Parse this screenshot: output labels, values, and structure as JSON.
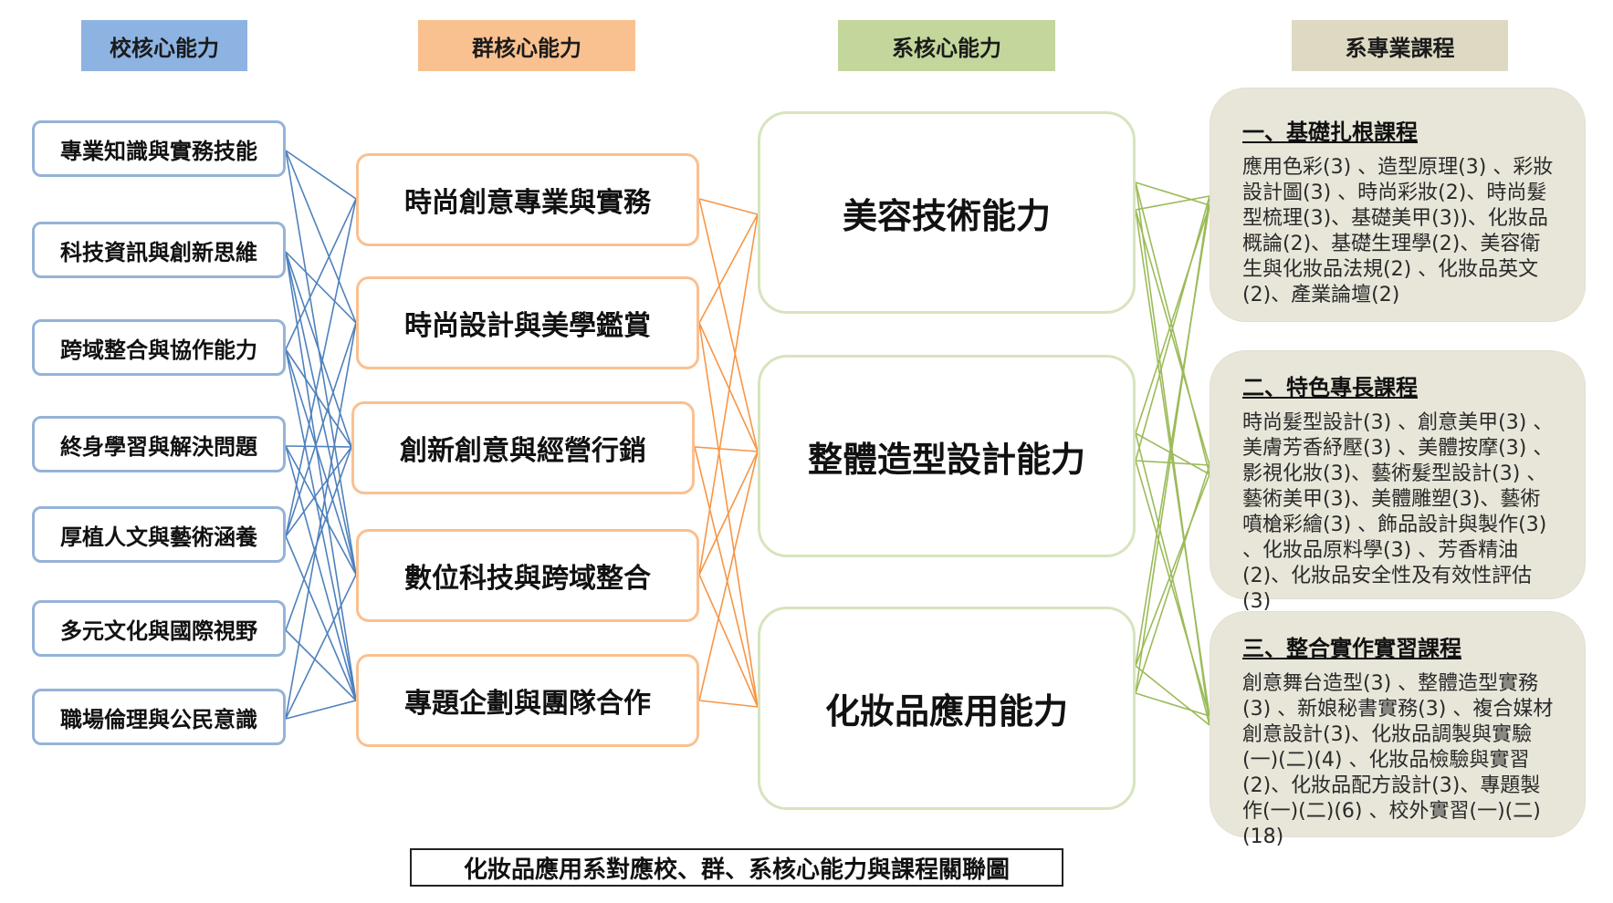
{
  "headers": {
    "school": "校核心能力",
    "group": "群核心能力",
    "dept": "系核心能力",
    "courses": "系專業課程"
  },
  "school_abilities": [
    "專業知識與實務技能",
    "科技資訊與創新思維",
    "跨域整合與協作能力",
    "終身學習與解決問題",
    "厚植人文與藝術涵養",
    "多元文化與國際視野",
    "職場倫理與公民意識"
  ],
  "group_abilities": [
    "時尚創意專業與實務",
    "時尚設計與美學鑑賞",
    "創新創意與經營行銷",
    "數位科技與跨域整合",
    "專題企劃與團隊合作"
  ],
  "dept_abilities": [
    "美容技術能力",
    "整體造型設計能力",
    "化妝品應用能力"
  ],
  "courses": [
    {
      "title": "一、基礎扎根課程",
      "body": "應用色彩(3) 、造型原理(3) 、彩妝設計圖(3) 、時尚彩妝(2)、時尚髮型梳理(3)、基礎美甲(3))、化妝品概論(2)、基礎生理學(2)、美容衛生與化妝品法規(2) 、化妝品英文(2)、產業論壇(2)"
    },
    {
      "title": "二、特色專長課程",
      "body": "時尚髮型設計(3) 、創意美甲(3) 、美膚芳香紓壓(3) 、美體按摩(3) 、影視化妝(3)、藝術髮型設計(3) 、藝術美甲(3)、美體雕塑(3)、藝術噴槍彩繪(3) 、飾品設計與製作(3) 、化妝品原料學(3) 、芳香精油(2)、化妝品安全性及有效性評估(3)"
    },
    {
      "title": "三、整合實作實習課程",
      "body": "創意舞台造型(3) 、整體造型實務(3) 、新娘秘書實務(3) 、複合媒材創意設計(3)、化妝品調製與實驗(一)(二)(4) 、化妝品檢驗與實習(2)、化妝品配方設計(3)、專題製作(一)(二)(6) 、校外實習(一)(二)(18)"
    }
  ],
  "caption": "化妝品應用系對應校、群、系核心能力與課程關聯圖",
  "colors": {
    "school_line": "#4f81bd",
    "group_line": "#f79646",
    "dept_line": "#9bbb59"
  }
}
